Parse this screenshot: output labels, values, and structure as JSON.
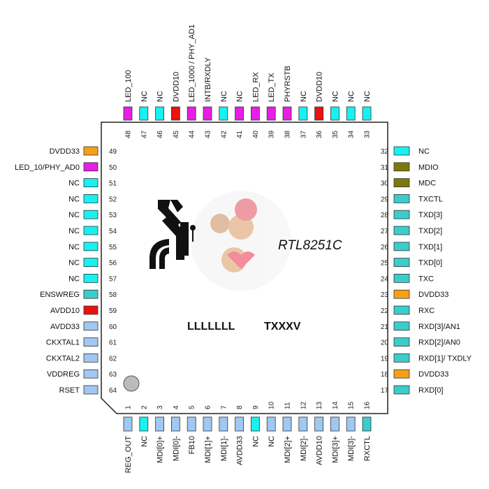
{
  "chip": {
    "part_number": "RTL8251C",
    "marking_line1": "LLLLLLL",
    "marking_line2": "TXXXV"
  },
  "colors": {
    "magenta": "#e61ee6",
    "cyan": "#19f0f0",
    "red": "#e8140f",
    "orange": "#f5a019",
    "olive": "#7a7a0a",
    "teal": "#3ccccc",
    "lightblue": "#9fc8f2",
    "body_outline": "#222222",
    "pin1_dot": "#bbbbbb"
  },
  "pins": {
    "top": [
      {
        "num": "48",
        "label": "LED_100",
        "color": "magenta"
      },
      {
        "num": "47",
        "label": "NC",
        "color": "cyan"
      },
      {
        "num": "46",
        "label": "NC",
        "color": "cyan"
      },
      {
        "num": "45",
        "label": "DVDD10",
        "color": "red"
      },
      {
        "num": "44",
        "label": "LED_1000 / PHY_AD1",
        "color": "magenta"
      },
      {
        "num": "43",
        "label": "INTB/RXDLY",
        "color": "magenta"
      },
      {
        "num": "42",
        "label": "NC",
        "color": "cyan"
      },
      {
        "num": "41",
        "label": "NC",
        "color": "magenta"
      },
      {
        "num": "40",
        "label": "LED_RX",
        "color": "magenta"
      },
      {
        "num": "39",
        "label": "LED_TX",
        "color": "magenta"
      },
      {
        "num": "38",
        "label": "PHYRSTB",
        "color": "magenta"
      },
      {
        "num": "37",
        "label": "NC",
        "color": "cyan"
      },
      {
        "num": "36",
        "label": "DVDD10",
        "color": "red"
      },
      {
        "num": "35",
        "label": "NC",
        "color": "cyan"
      },
      {
        "num": "34",
        "label": "NC",
        "color": "cyan"
      },
      {
        "num": "33",
        "label": "NC",
        "color": "cyan"
      }
    ],
    "left": [
      {
        "num": "49",
        "label": "DVDD33",
        "color": "orange"
      },
      {
        "num": "50",
        "label": "LED_10/PHY_AD0",
        "color": "magenta"
      },
      {
        "num": "51",
        "label": "NC",
        "color": "cyan"
      },
      {
        "num": "52",
        "label": "NC",
        "color": "cyan"
      },
      {
        "num": "53",
        "label": "NC",
        "color": "cyan"
      },
      {
        "num": "54",
        "label": "NC",
        "color": "cyan"
      },
      {
        "num": "55",
        "label": "NC",
        "color": "cyan"
      },
      {
        "num": "56",
        "label": "NC",
        "color": "cyan"
      },
      {
        "num": "57",
        "label": "NC",
        "color": "cyan"
      },
      {
        "num": "58",
        "label": "ENSWREG",
        "color": "teal"
      },
      {
        "num": "59",
        "label": "AVDD10",
        "color": "red"
      },
      {
        "num": "60",
        "label": "AVDD33",
        "color": "lightblue"
      },
      {
        "num": "61",
        "label": "CKXTAL1",
        "color": "lightblue"
      },
      {
        "num": "62",
        "label": "CKXTAL2",
        "color": "lightblue"
      },
      {
        "num": "63",
        "label": "VDDREG",
        "color": "lightblue"
      },
      {
        "num": "64",
        "label": "RSET",
        "color": "lightblue"
      }
    ],
    "right": [
      {
        "num": "32",
        "label": "NC",
        "color": "cyan"
      },
      {
        "num": "31",
        "label": "MDIO",
        "color": "olive"
      },
      {
        "num": "30",
        "label": "MDC",
        "color": "olive"
      },
      {
        "num": "29",
        "label": "TXCTL",
        "color": "teal"
      },
      {
        "num": "28",
        "label": "TXD[3]",
        "color": "teal"
      },
      {
        "num": "27",
        "label": "TXD[2]",
        "color": "teal"
      },
      {
        "num": "26",
        "label": "TXD[1]",
        "color": "teal"
      },
      {
        "num": "25",
        "label": "TXD[0]",
        "color": "teal"
      },
      {
        "num": "24",
        "label": "TXC",
        "color": "teal"
      },
      {
        "num": "23",
        "label": "DVDD33",
        "color": "orange"
      },
      {
        "num": "22",
        "label": "RXC",
        "color": "teal"
      },
      {
        "num": "21",
        "label": "RXD[3]/AN1",
        "color": "teal"
      },
      {
        "num": "20",
        "label": "RXD[2]/AN0",
        "color": "teal"
      },
      {
        "num": "19",
        "label": "RXD[1]/ TXDLY",
        "color": "teal"
      },
      {
        "num": "18",
        "label": "DVDD33",
        "color": "orange"
      },
      {
        "num": "17",
        "label": "RXD[0]",
        "color": "teal"
      }
    ],
    "bottom": [
      {
        "num": "1",
        "label": "REG_OUT",
        "color": "lightblue"
      },
      {
        "num": "2",
        "label": "NC",
        "color": "cyan"
      },
      {
        "num": "3",
        "label": "MDI[0]+",
        "color": "lightblue"
      },
      {
        "num": "4",
        "label": "MDI[0]-",
        "color": "lightblue"
      },
      {
        "num": "5",
        "label": "FB10",
        "color": "lightblue"
      },
      {
        "num": "6",
        "label": "MDI[1]+",
        "color": "lightblue"
      },
      {
        "num": "7",
        "label": "MDI[1]-",
        "color": "lightblue"
      },
      {
        "num": "8",
        "label": "AVDD33",
        "color": "lightblue"
      },
      {
        "num": "9",
        "label": "NC",
        "color": "cyan"
      },
      {
        "num": "10",
        "label": "NC",
        "color": "lightblue"
      },
      {
        "num": "11",
        "label": "MDI[2]+",
        "color": "lightblue"
      },
      {
        "num": "12",
        "label": "MDI[2]-",
        "color": "lightblue"
      },
      {
        "num": "13",
        "label": "AVDD10",
        "color": "lightblue"
      },
      {
        "num": "14",
        "label": "MDI[3]+",
        "color": "lightblue"
      },
      {
        "num": "15",
        "label": "MDI[3]-",
        "color": "lightblue"
      },
      {
        "num": "16",
        "label": "RXCTL",
        "color": "teal"
      }
    ]
  }
}
